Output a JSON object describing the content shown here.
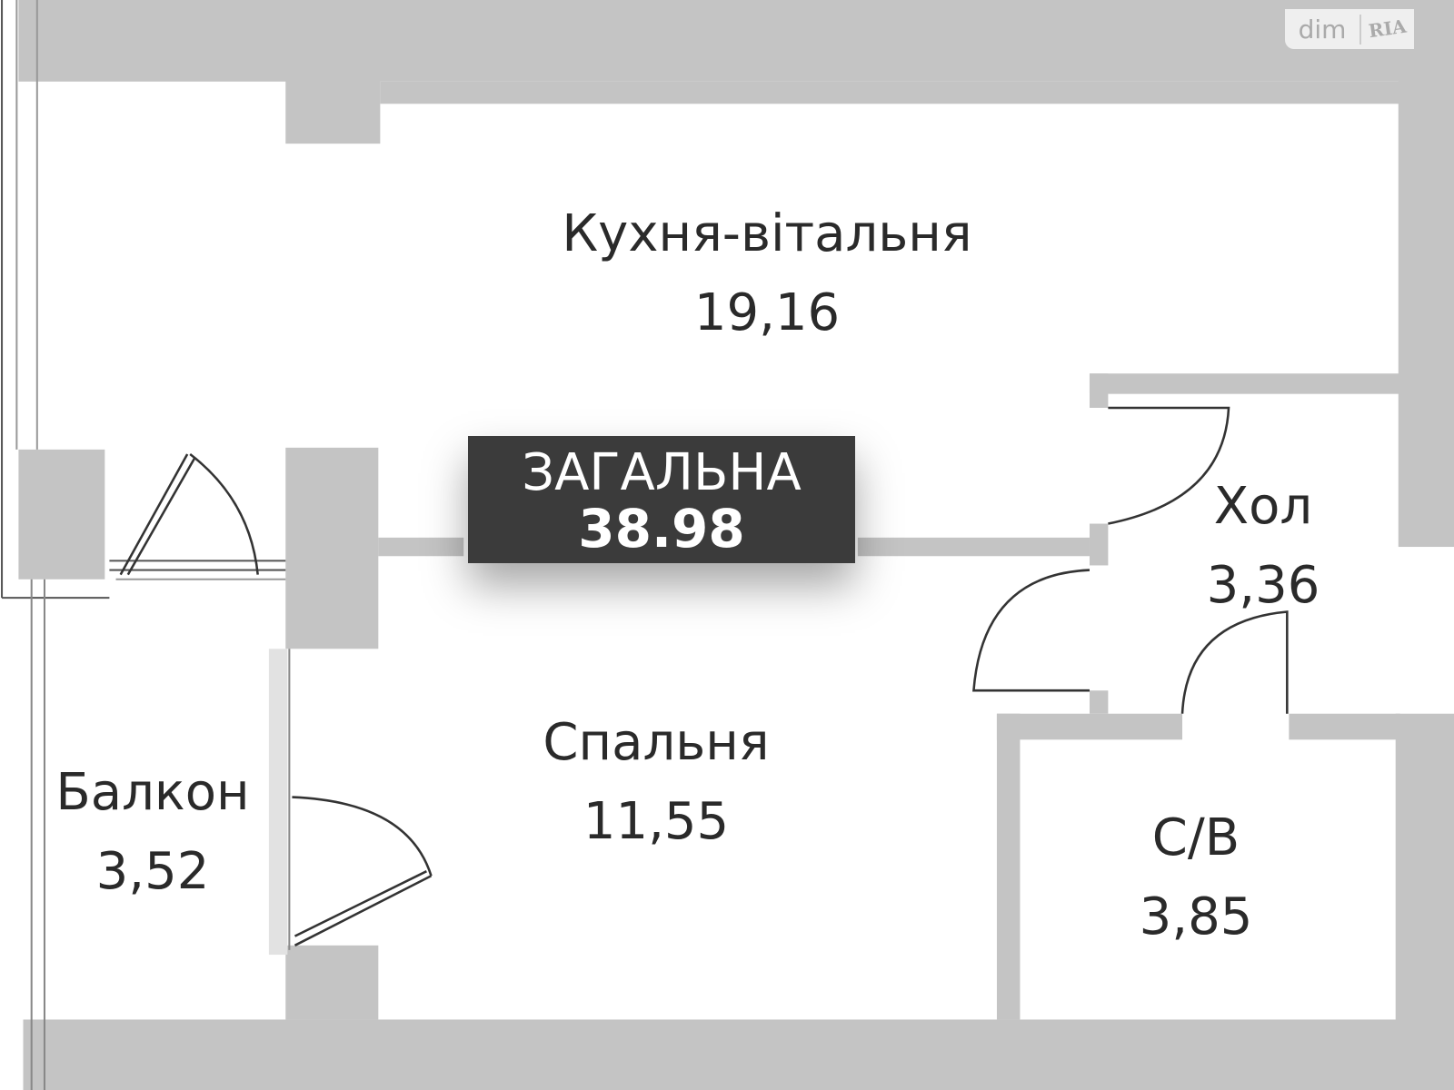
{
  "logo": {
    "brand": "dim",
    "mark": "RIA"
  },
  "total": {
    "label": "ЗАГАЛЬНА",
    "area": "38.98"
  },
  "rooms": [
    {
      "name": "Кухня-вітальня",
      "area": "19,16"
    },
    {
      "name": "Хол",
      "area": "3,36"
    },
    {
      "name": "Спальня",
      "area": "11,55"
    },
    {
      "name": "Балкон",
      "area": "3,52"
    },
    {
      "name": "С/В",
      "area": "3,85"
    }
  ],
  "colors": {
    "wall": "#c4c4c4",
    "label_bg": "#3b3b3b"
  }
}
